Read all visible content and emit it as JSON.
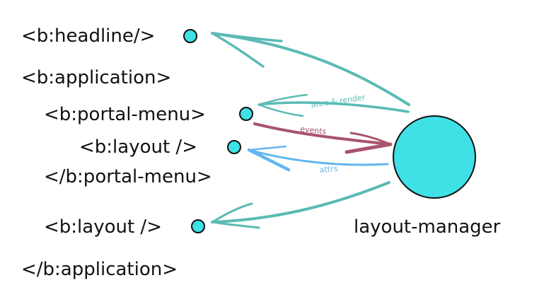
{
  "code_lines": {
    "headline": "<b:headline/>",
    "application_open": "<b:application>",
    "portal_menu_open": "<b:portal-menu>",
    "layout_inner": "<b:layout />",
    "portal_menu_close": "</b:portal-menu>",
    "layout_outer": "<b:layout />",
    "application_close": "</b:application>"
  },
  "manager": {
    "label": "layout-manager",
    "fill": "#3fe0e6",
    "stroke": "#111111"
  },
  "edges": {
    "attrs_render": {
      "label": "attrs & render",
      "color": "#5bbab4"
    },
    "events": {
      "label": "events",
      "color": "#a8546c"
    },
    "attrs": {
      "label": "attrs",
      "color": "#63b6f0"
    }
  },
  "colors": {
    "node_fill": "#3fe0e6",
    "teal_arrow": "#5bbab4"
  }
}
